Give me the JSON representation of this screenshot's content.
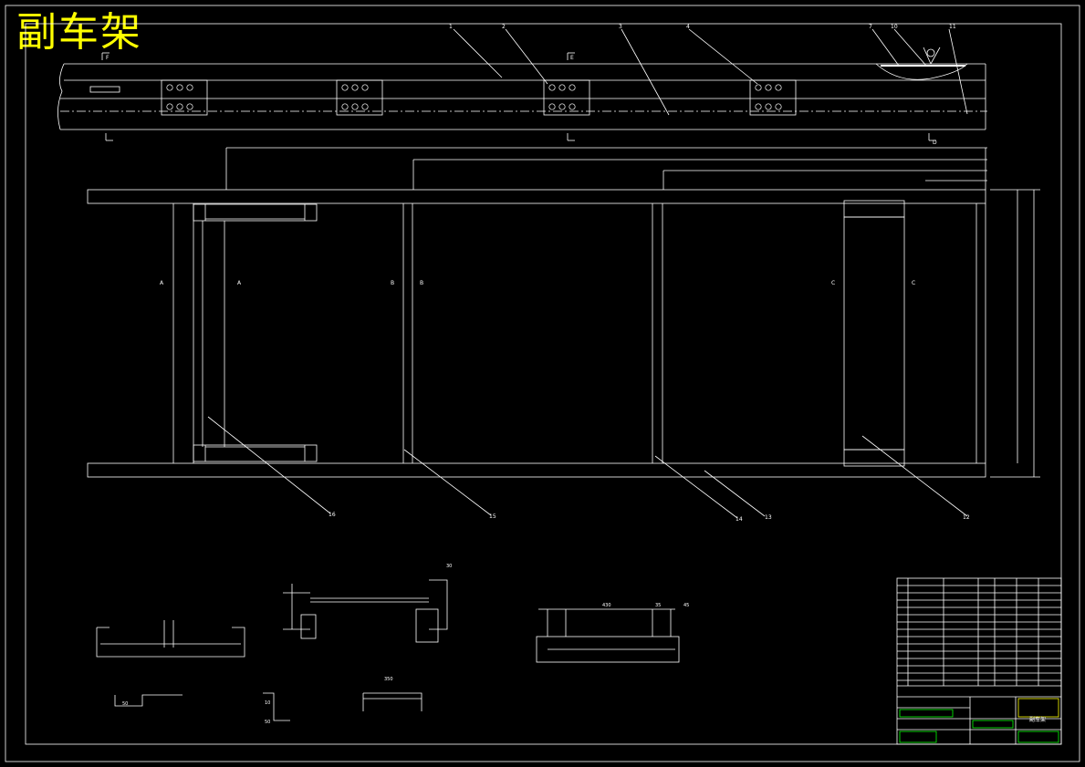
{
  "drawing": {
    "title": "副车架",
    "title_block_name": "副车架",
    "colors": {
      "background": "#000000",
      "line": "#ffffff",
      "title": "#ffff00",
      "accent_green": "#00ff00",
      "accent_yellow": "#ffff00"
    }
  },
  "balloons": {
    "top": [
      "1",
      "2",
      "3",
      "4",
      "7",
      "10",
      "11"
    ],
    "bottom": [
      "16",
      "15",
      "14",
      "13",
      "12"
    ]
  },
  "section_marks": {
    "top_view": [
      "F",
      "E",
      "D"
    ],
    "plan_view": [
      "A",
      "A",
      "B",
      "B",
      "C",
      "C"
    ]
  },
  "dimensions": {
    "horizontal": [
      "30",
      "430",
      "35",
      "45"
    ],
    "small": [
      "10",
      "50",
      "50",
      "350"
    ]
  }
}
